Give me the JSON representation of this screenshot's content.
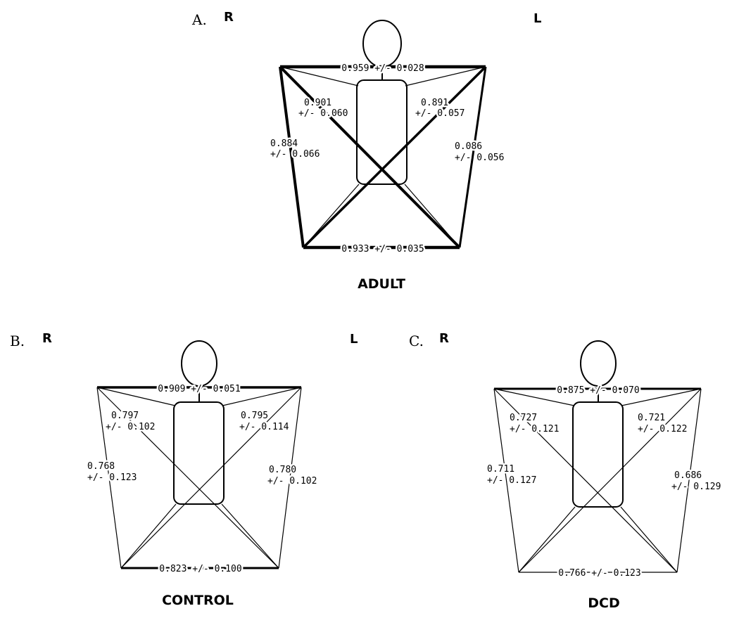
{
  "panels": [
    {
      "letter": "A.",
      "right_label": "R",
      "left_label": "L",
      "group": "ADULT",
      "connections": {
        "top": "0.959 +/- 0.028",
        "bottom": "0.933 +/- 0.035",
        "right_side": [
          "0.884",
          "+/- 0.066"
        ],
        "left_side": [
          "0.086",
          "+/- 0.056"
        ],
        "right_diag": [
          "0.901",
          "+/- 0.060"
        ],
        "left_diag": [
          "0.891",
          "+/- 0.057"
        ]
      }
    },
    {
      "letter": "B.",
      "right_label": "R",
      "left_label": "L",
      "group": "CONTROL",
      "connections": {
        "top": "0.909 +/- 0.051",
        "bottom": "0.823 +/- 0.100",
        "right_side": [
          "0.768",
          "+/- 0.123"
        ],
        "left_side": [
          "0.780",
          "+/- 0.102"
        ],
        "right_diag": [
          "0.797",
          "+/- 0.102"
        ],
        "left_diag": [
          "0.795",
          "+/- 0.114"
        ]
      }
    },
    {
      "letter": "C.",
      "right_label": "R",
      "left_label": "",
      "group": "DCD",
      "connections": {
        "top": "0.875 +/- 0.070",
        "bottom": "0.766 +/- 0.123",
        "right_side": [
          "0.711",
          "+/- 0.127"
        ],
        "left_side": [
          "0.686",
          "+/- 0.129"
        ],
        "right_diag": [
          "0.727",
          "+/- 0.121"
        ],
        "left_diag": [
          "0.721",
          "+/- 0.122"
        ]
      }
    }
  ]
}
